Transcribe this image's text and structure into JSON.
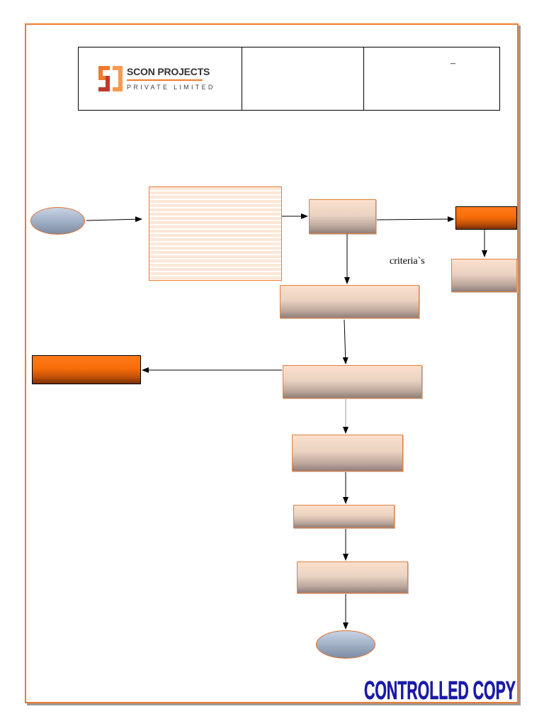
{
  "header": {
    "logo": {
      "name": "SCON PROJECTS",
      "subtitle": "PRIVATE LIMITED",
      "colors": {
        "brand_orange": "#f07a30",
        "brand_grey": "#333333",
        "mark_dark": "#c0392b"
      }
    },
    "cell_3_text": "–"
  },
  "flow": {
    "criteria_label": "criteria`s",
    "colors": {
      "box_border": "#e08040",
      "alert_box": "#f86d0a",
      "oval": "#a3b1c6"
    }
  },
  "watermark": {
    "text": "CONTROLLED COPY",
    "color": "#1a1ab0"
  }
}
